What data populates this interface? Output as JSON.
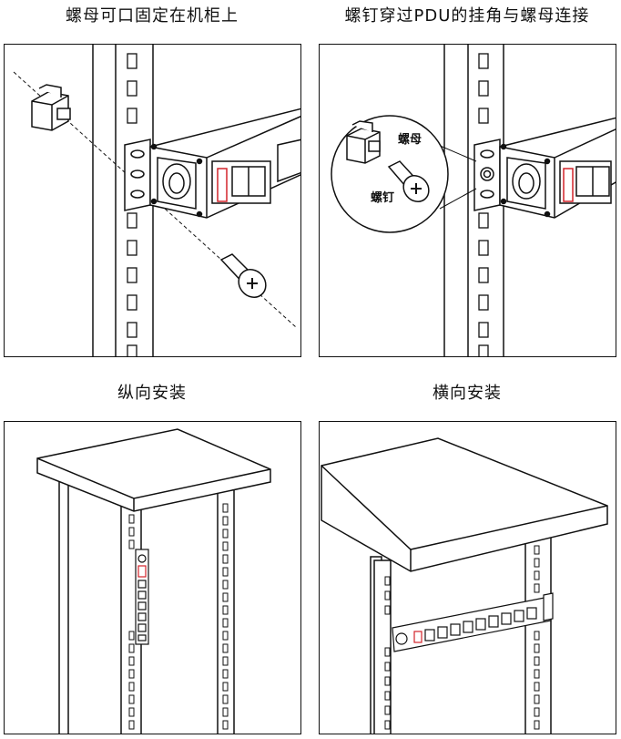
{
  "panels": [
    {
      "title": "螺母可口固定在机柜上"
    },
    {
      "title": "螺钉穿过PDU的挂角与螺母连接",
      "labels": {
        "nut": "螺母",
        "screw": "螺钉"
      }
    },
    {
      "title": "纵向安装"
    },
    {
      "title": "横向安装"
    }
  ],
  "colors": {
    "line": "#111111",
    "accent": "#d2232a",
    "background": "#ffffff"
  },
  "icons": [
    "cage-nut-icon",
    "screw-icon",
    "pdu-icon",
    "cabinet-icon"
  ]
}
